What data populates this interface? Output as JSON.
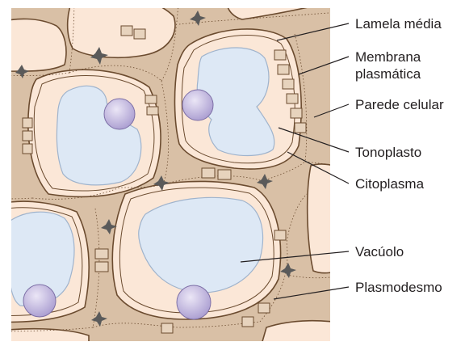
{
  "labels": {
    "lamela": "Lamela média",
    "membrana_1": "Membrana",
    "membrana_2": "plasmática",
    "parede": "Parede celular",
    "tonoplasto": "Tonoplasto",
    "citoplasma": "Citoplasma",
    "vacuolo": "Vacúolo",
    "plasmodesmo": "Plasmodesmo"
  },
  "colors": {
    "background": "#f9e3d1",
    "wall": "#d9c0a6",
    "wall_edge": "#6b4b2f",
    "cytoplasm": "#fbe7d7",
    "vacuole": "#dde8f5",
    "vacuole_edge": "#9fb3cc",
    "nucleus": "#c9bfe0",
    "nucleus_edge": "#7d6fa6",
    "junction": "#5a5a5a"
  }
}
